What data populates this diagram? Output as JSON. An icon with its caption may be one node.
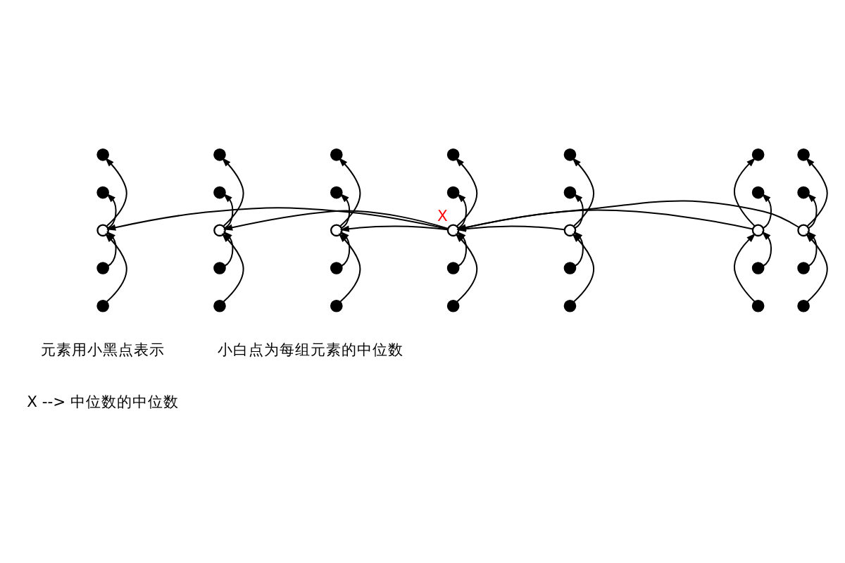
{
  "diagram": {
    "nodes": [
      {
        "text": [],
        "shape": "circle"
      },
      {
        "text": [],
        "shape": "circle"
      },
      {
        "text": [],
        "shape": "circle"
      },
      {
        "text": [],
        "shape": "circle"
      },
      {
        "text": [],
        "shape": "circle"
      },
      {
        "text": [],
        "shape": "circle"
      },
      {
        "text": [],
        "shape": "circle"
      },
      {
        "text": [],
        "shape": "circle"
      },
      {
        "text": [],
        "shape": "circle"
      },
      {
        "text": [],
        "shape": "circle"
      },
      {
        "text": [],
        "shape": "circle"
      },
      {
        "text": [],
        "shape": "circle"
      },
      {
        "text": [],
        "shape": "circle"
      },
      {
        "text": [],
        "shape": "circle"
      },
      {
        "text": [],
        "shape": "circle"
      },
      {
        "text": [],
        "shape": "circle"
      },
      {
        "text": [],
        "shape": "circle"
      },
      {
        "text": [],
        "shape": "circle",
        "beside": [
          "X"
        ]
      },
      {
        "text": [],
        "shape": "circle"
      },
      {
        "text": [],
        "shape": "circle"
      },
      {
        "text": [],
        "shape": "circle"
      },
      {
        "text": [],
        "shape": "circle"
      },
      {
        "text": [],
        "shape": "circle"
      },
      {
        "text": [],
        "shape": "circle"
      },
      {
        "text": [],
        "shape": "circle"
      },
      {
        "text": [],
        "shape": "circle"
      },
      {
        "text": [],
        "shape": "circle"
      },
      {
        "text": [],
        "shape": "circle"
      },
      {
        "text": [],
        "shape": "circle"
      },
      {
        "text": [],
        "shape": "circle"
      },
      {
        "text": [],
        "shape": "circle"
      },
      {
        "text": [],
        "shape": "circle"
      },
      {
        "text": [],
        "shape": "circle"
      },
      {
        "text": [],
        "shape": "circle"
      },
      {
        "text": [],
        "shape": "circle"
      }
    ],
    "edges": [
      {
        "from": 14,
        "to": 7,
        "arrow": "to"
      },
      {
        "from": 14,
        "to": 0,
        "arrow": "to"
      },
      {
        "from": 21,
        "to": 14,
        "arrow": "to"
      },
      {
        "from": 28,
        "to": 14,
        "arrow": "to"
      },
      {
        "from": 15,
        "to": 8,
        "arrow": "to"
      },
      {
        "from": 15,
        "to": 1,
        "arrow": "to"
      },
      {
        "from": 22,
        "to": 15,
        "arrow": "to"
      },
      {
        "from": 29,
        "to": 15,
        "arrow": "to"
      },
      {
        "from": 16,
        "to": 9,
        "arrow": "to"
      },
      {
        "from": 16,
        "to": 2,
        "arrow": "to"
      },
      {
        "from": 23,
        "to": 16,
        "arrow": "to"
      },
      {
        "from": 30,
        "to": 16,
        "arrow": "to"
      },
      {
        "from": 17,
        "to": 10,
        "arrow": "to"
      },
      {
        "from": 17,
        "to": 3,
        "arrow": "to"
      },
      {
        "from": 24,
        "to": 17,
        "arrow": "to"
      },
      {
        "from": 31,
        "to": 17,
        "arrow": "to"
      },
      {
        "from": 18,
        "to": 11,
        "arrow": "to"
      },
      {
        "from": 18,
        "to": 4,
        "arrow": "to"
      },
      {
        "from": 25,
        "to": 18,
        "arrow": "to"
      },
      {
        "from": 32,
        "to": 18,
        "arrow": "to"
      },
      {
        "from": 19,
        "to": 12,
        "arrow": "to"
      },
      {
        "from": 19,
        "to": 5,
        "arrow": "to"
      },
      {
        "from": 26,
        "to": 19,
        "arrow": "to"
      },
      {
        "from": 33,
        "to": 19,
        "arrow": "to"
      },
      {
        "from": 20,
        "to": 13,
        "arrow": "to"
      },
      {
        "from": 20,
        "to": 6,
        "arrow": "to"
      },
      {
        "from": 27,
        "to": 20,
        "arrow": "to"
      },
      {
        "from": 34,
        "to": 20,
        "arrow": "to"
      },
      {
        "from": 17,
        "to": 14,
        "arrow": "to"
      },
      {
        "from": 17,
        "to": 15,
        "arrow": "to"
      },
      {
        "from": 17,
        "to": 16,
        "arrow": "to"
      },
      {
        "from": 18,
        "to": 17,
        "arrow": "to"
      },
      {
        "from": 19,
        "to": 17,
        "arrow": "to"
      },
      {
        "from": 20,
        "to": 17,
        "arrow": "to"
      }
    ],
    "labels": [
      "元素用小黑点表示",
      "小白点为每组元素的中位数",
      "X --> 中位数的中位数"
    ]
  }
}
